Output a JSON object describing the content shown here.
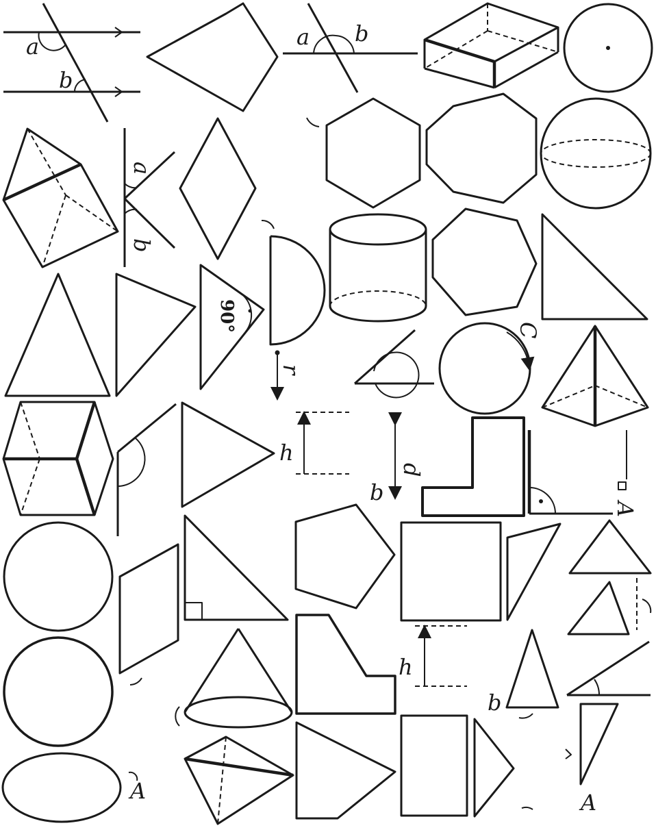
{
  "labels": {
    "angle_a": "a",
    "angle_b": "b",
    "radius": "r",
    "height": "h",
    "diameter": "d",
    "base": "b",
    "circumference": "C",
    "area": "A",
    "right_angle": "90°"
  }
}
